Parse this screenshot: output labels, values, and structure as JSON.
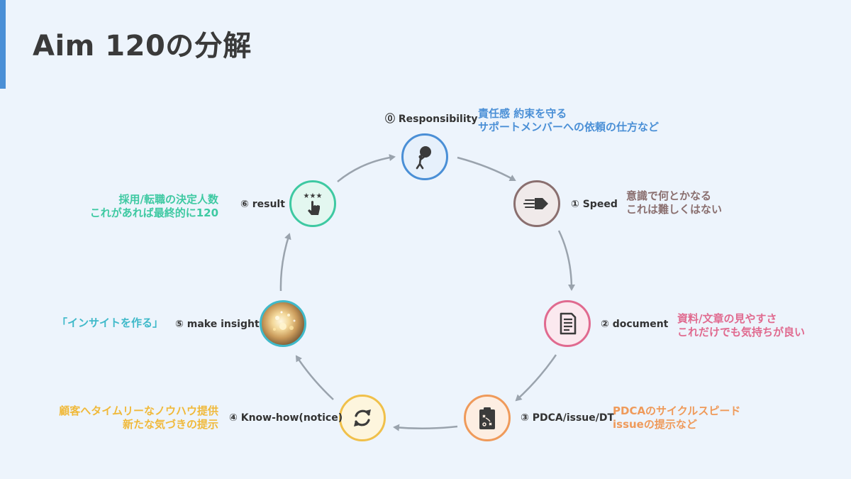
{
  "title": "Aim 120の分解",
  "colors": {
    "accent_bar": "#4a8fd6",
    "arrow": "#9aa3ad",
    "responsibility": "#4a8fd6",
    "speed": "#8a6f6f",
    "document": "#e06a8f",
    "pdca": "#ef9a5a",
    "knowhow": "#f0c04a",
    "insight": "#3fb9c9",
    "result": "#3ec9a2"
  },
  "steps": [
    {
      "icon": "person-pushing-boulder-icon",
      "label": "⓪ Responsibility",
      "note": [
        "責任感 約束を守る",
        "サポートメンバーへの依頼の仕方など"
      ]
    },
    {
      "icon": "fast-arrow-icon",
      "label": "① Speed",
      "note": [
        "意識で何とかなる",
        "これは難しくはない"
      ]
    },
    {
      "icon": "document-icon",
      "label": "② document",
      "note": [
        "資料/文章の見やすさ",
        "これだけでも気持ちが良い"
      ]
    },
    {
      "icon": "clipboard-strategy-icon",
      "label": "③ PDCA/issue/DT",
      "note": [
        "PDCAのサイクルスピード",
        "issueの提示など"
      ]
    },
    {
      "icon": "refresh-cycle-icon",
      "label": "④ Know-how(notice)",
      "note": [
        "顧客へタイムリーなノウハウ提供",
        "新たな気づきの提示"
      ]
    },
    {
      "icon": "insight-photo-icon",
      "label": "⑤ make insight",
      "note": [
        "「インサイトを作る」"
      ]
    },
    {
      "icon": "rating-click-icon",
      "label": "⑥ result",
      "note": [
        "採用/転職の決定人数",
        "これがあれば最終的に120"
      ]
    }
  ]
}
